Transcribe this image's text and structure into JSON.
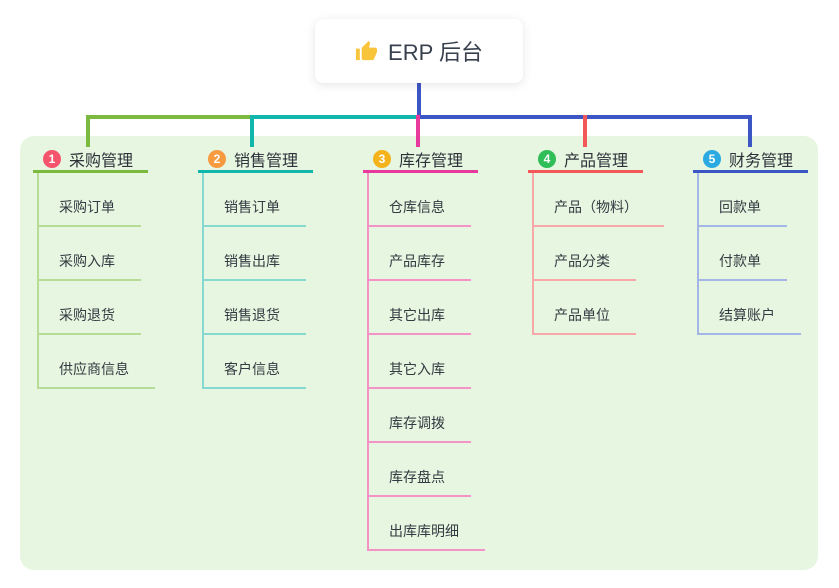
{
  "root": {
    "title": "ERP 后台",
    "icon": "thumbs-up-icon",
    "icon_color": "#f8c43a"
  },
  "panel": {
    "background": "#e7f6e0"
  },
  "connector": {
    "root_color": "#3d56c5"
  },
  "branches": [
    {
      "num": "1",
      "label": "采购管理",
      "badge_color": "#f4546c",
      "color": "#7cba3f",
      "color_light": "#b7dc95",
      "items": [
        "采购订单",
        "采购入库",
        "采购退货",
        "供应商信息"
      ]
    },
    {
      "num": "2",
      "label": "销售管理",
      "badge_color": "#f79a40",
      "color": "#12b7ab",
      "color_light": "#85d9d0",
      "items": [
        "销售订单",
        "销售出库",
        "销售退货",
        "客户信息"
      ]
    },
    {
      "num": "3",
      "label": "库存管理",
      "badge_color": "#f5b31b",
      "color": "#e83a9c",
      "color_light": "#f494c6",
      "items": [
        "仓库信息",
        "产品库存",
        "其它出库",
        "其它入库",
        "库存调拨",
        "库存盘点",
        "出库库明细"
      ]
    },
    {
      "num": "4",
      "label": "产品管理",
      "badge_color": "#2fbe57",
      "color": "#f25858",
      "color_light": "#f8a8a8",
      "items": [
        "产品（物料）",
        "产品分类",
        "产品单位"
      ]
    },
    {
      "num": "5",
      "label": "财务管理",
      "badge_color": "#2baae1",
      "color": "#3d56c5",
      "color_light": "#a3b6e6",
      "items": [
        "回款单",
        "付款单",
        "结算账户"
      ]
    }
  ]
}
